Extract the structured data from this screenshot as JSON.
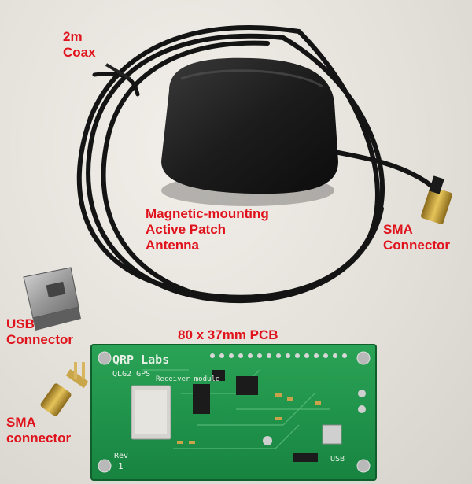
{
  "labels": {
    "coax": "2m\nCoax",
    "antenna": "Magnetic-mounting\nActive Patch\nAntenna",
    "sma_connector_cable": "SMA\nConnector",
    "usb_connector": "USB\nConnector",
    "pcb": "80 x 37mm PCB",
    "sma_connector_loose": "SMA\nconnector"
  },
  "board_silkscreen": {
    "brand": "QRP Labs",
    "model_line": "QLG2 GPS",
    "subtitle": "Receiver module",
    "rev": "Rev\n1",
    "usb": "USB"
  },
  "colors": {
    "label_red": "#e0121b",
    "pcb_green": "#1f9a4a",
    "cable_black": "#141414"
  }
}
